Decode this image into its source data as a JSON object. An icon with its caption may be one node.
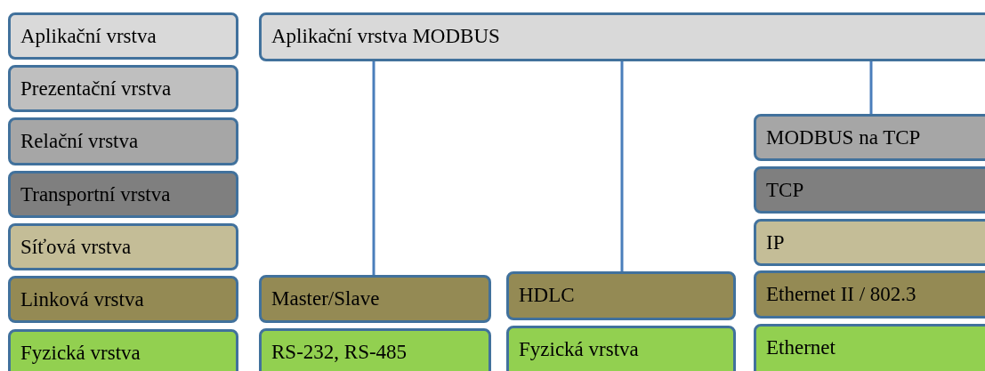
{
  "diagram": {
    "nodes": [
      {
        "text": [
          "Aplikační vrstva"
        ]
      },
      {
        "text": [
          "Prezentační vrstva"
        ]
      },
      {
        "text": [
          "Relační vrstva"
        ]
      },
      {
        "text": [
          "Transportní vrstva"
        ]
      },
      {
        "text": [
          "Síťová vrstva"
        ]
      },
      {
        "text": [
          "Linková vrstva"
        ]
      },
      {
        "text": [
          "Fyzická vrstva"
        ]
      },
      {
        "text": [
          "Aplikační vrstva MODBUS"
        ]
      },
      {
        "text": [
          "Master/Slave"
        ]
      },
      {
        "text": [
          "RS-232, RS-485"
        ]
      },
      {
        "text": [
          "HDLC"
        ]
      },
      {
        "text": [
          "Fyzická vrstva"
        ]
      },
      {
        "text": [
          "MODBUS na TCP"
        ]
      },
      {
        "text": [
          "TCP"
        ]
      },
      {
        "text": [
          "IP"
        ]
      },
      {
        "text": [
          "Ethernet II / 802.3"
        ]
      },
      {
        "text": [
          "Ethernet"
        ]
      }
    ],
    "edges": [
      {
        "from": 7,
        "to": 8,
        "arrow": "none"
      },
      {
        "from": 7,
        "to": 10,
        "arrow": "none"
      },
      {
        "from": 7,
        "to": 12,
        "arrow": "none"
      }
    ]
  }
}
